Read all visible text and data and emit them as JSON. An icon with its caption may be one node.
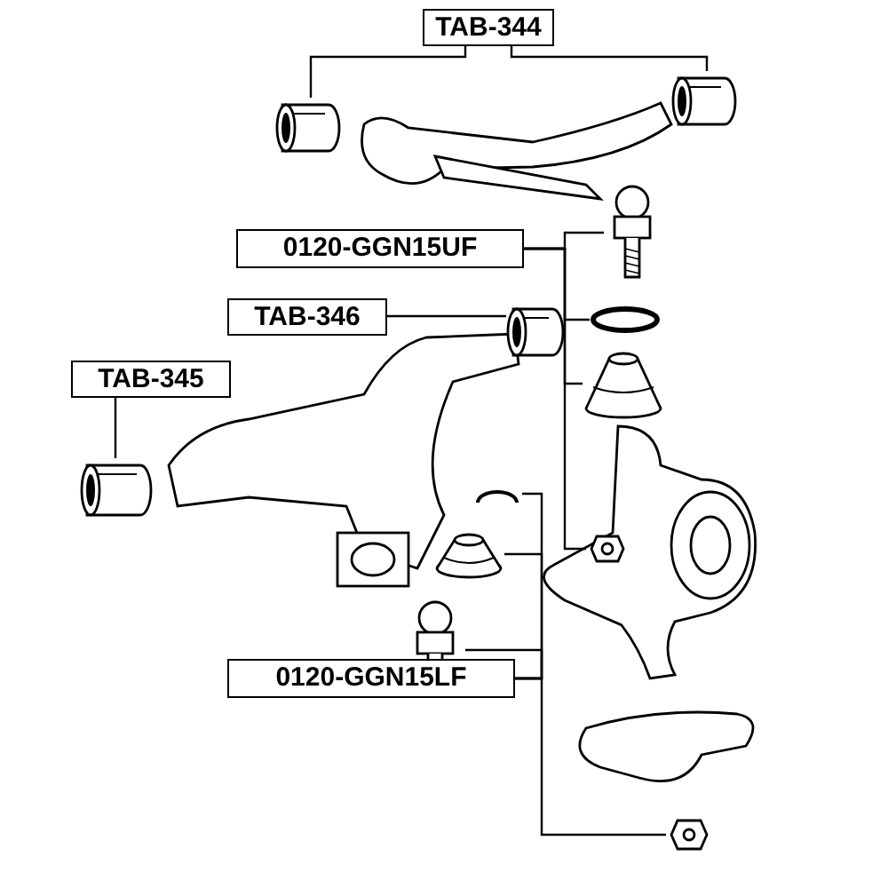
{
  "diagram": {
    "nodes": [
      {
        "text": [
          "TAB-344"
        ]
      },
      {
        "text": [],
        "shape": "picture"
      },
      {
        "text": [],
        "shape": "picture"
      },
      {
        "text": [
          "0120-GGN15UF"
        ]
      },
      {
        "text": [],
        "shape": "picture"
      },
      {
        "text": [],
        "shape": "circle"
      },
      {
        "text": [],
        "shape": "picture"
      },
      {
        "text": [],
        "shape": "picture"
      },
      {
        "text": [
          "TAB-346"
        ]
      },
      {
        "text": [],
        "shape": "picture"
      },
      {
        "text": [
          "TAB-345"
        ]
      },
      {
        "text": [],
        "shape": "picture"
      },
      {
        "text": [
          "0120-GGN15LF"
        ]
      },
      {
        "text": [],
        "shape": "picture"
      },
      {
        "text": [],
        "shape": "picture"
      },
      {
        "text": [],
        "shape": "picture"
      },
      {
        "text": [],
        "shape": "picture"
      }
    ],
    "edges": [
      {
        "from": 0,
        "to": 1,
        "arrow": "none"
      },
      {
        "from": 0,
        "to": 2,
        "arrow": "none"
      },
      {
        "from": 3,
        "to": 4,
        "arrow": "none"
      },
      {
        "from": 3,
        "to": 5,
        "arrow": "none"
      },
      {
        "from": 3,
        "to": 6,
        "arrow": "none"
      },
      {
        "from": 3,
        "to": 7,
        "arrow": "none"
      },
      {
        "from": 8,
        "to": 9,
        "arrow": "none"
      },
      {
        "from": 10,
        "to": 11,
        "arrow": "none"
      },
      {
        "from": 12,
        "to": 13,
        "arrow": "none"
      },
      {
        "from": 12,
        "to": 14,
        "arrow": "none"
      },
      {
        "from": 12,
        "to": 15,
        "arrow": "none"
      },
      {
        "from": 12,
        "to": 16,
        "arrow": "none"
      }
    ]
  }
}
